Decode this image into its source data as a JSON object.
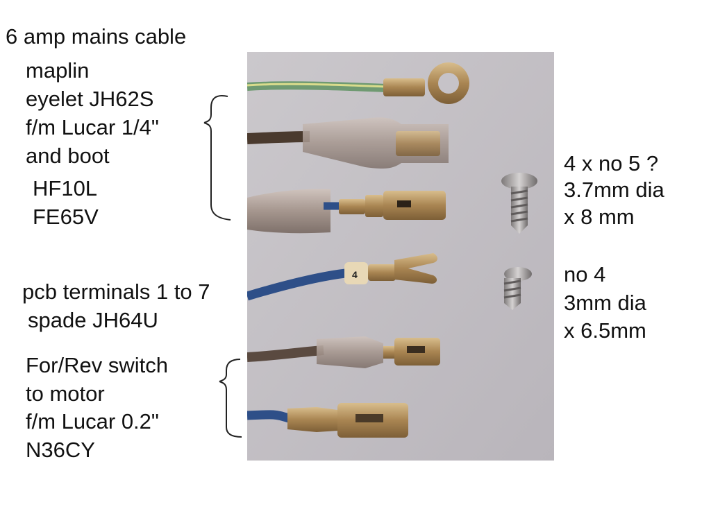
{
  "labels": {
    "title": "6 amp mains cable",
    "maplin": "maplin",
    "eyelet": "eyelet JH62S",
    "lucar_quarter": "f/m Lucar 1/4\"",
    "and_boot": "and boot",
    "hf10l": "HF10L",
    "fe65v": "FE65V",
    "pcb_terminals": "pcb terminals 1 to 7",
    "spade": "spade  JH64U",
    "for_rev": "For/Rev switch",
    "to_motor": "to motor",
    "lucar_02": "f/m Lucar 0.2\"",
    "n36cy": "N36CY",
    "screw1_a": "4 x no 5 ?",
    "screw1_b": "3.7mm dia",
    "screw1_c": "x 8 mm",
    "screw2_a": "no 4",
    "screw2_b": "3mm dia",
    "screw2_c": "x 6.5mm"
  },
  "photo": {
    "terminal_number_label": "4",
    "colors": {
      "background": "#c4c0c6",
      "green_yellow_wire": "#6f9a72",
      "brown_wire": "#4a3a2e",
      "blue_wire": "#2e4f88",
      "brass": "#b08e5a",
      "sleeve": "#a89a92",
      "screw": "#9a9696"
    }
  }
}
